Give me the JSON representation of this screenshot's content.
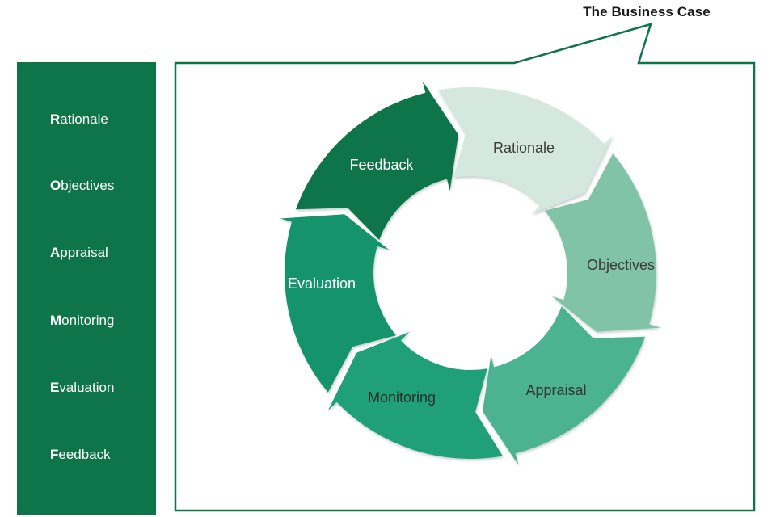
{
  "title": "The Business Case",
  "sidebar": {
    "background": "#0E7449",
    "text_color": "#FFFFFF",
    "items": [
      {
        "bold": "R",
        "rest": "ationale"
      },
      {
        "bold": "O",
        "rest": "bjectives"
      },
      {
        "bold": "A",
        "rest": "ppraisal"
      },
      {
        "bold": "M",
        "rest": "onitoring"
      },
      {
        "bold": "E",
        "rest": "valuation"
      },
      {
        "bold": "F",
        "rest": "eedback"
      }
    ]
  },
  "frame": {
    "border_color": "#0E7449",
    "fill": "#FFFFFF"
  },
  "cycle": {
    "type": "circular-arrow-cycle",
    "direction": "clockwise",
    "segments": [
      {
        "label": "Rationale",
        "color": "#D4E8DF",
        "label_color": "#3B3B3B"
      },
      {
        "label": "Objectives",
        "color": "#80C3A6",
        "label_color": "#3B3B3B"
      },
      {
        "label": "Appraisal",
        "color": "#4CB390",
        "label_color": "#333333"
      },
      {
        "label": "Monitoring",
        "color": "#1FA078",
        "label_color": "#26322D"
      },
      {
        "label": "Evaluation",
        "color": "#15936A",
        "label_color": "#FFFFFF"
      },
      {
        "label": "Feedback",
        "color": "#0E7449",
        "label_color": "#FFFFFF"
      }
    ]
  }
}
